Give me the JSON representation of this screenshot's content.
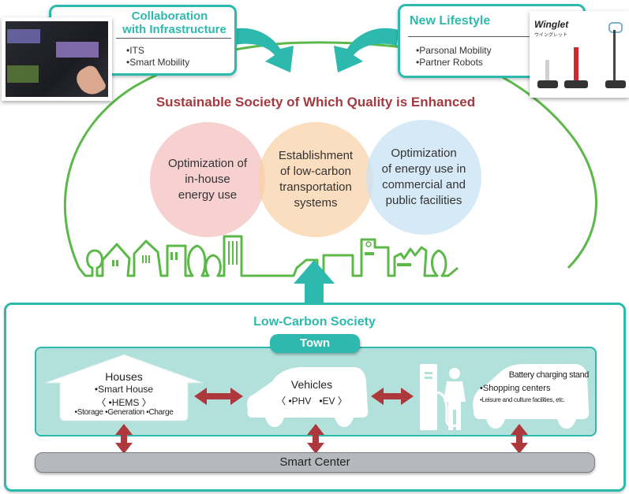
{
  "colors": {
    "teal": "#2db9ad",
    "green_line": "#5cb848",
    "dark_red": "#a33a3f",
    "arrow_red": "#b0393d",
    "town_bg": "#b2e1dc",
    "smart_center_bg": "#b5b8bc",
    "circle_pink": "#f6cfcf",
    "circle_orange": "#f9dcc0",
    "circle_blue": "#d5e8f5"
  },
  "top_left_box": {
    "title_line1": "Collaboration",
    "title_line2": "with Infrastructure",
    "bullets": [
      "•ITS",
      "•Smart Mobility"
    ],
    "photo": "car-touchscreen-photo"
  },
  "top_right_box": {
    "title": "New Lifestyle",
    "bullets": [
      "•Parsonal Mobility",
      "•Partner Robots"
    ],
    "photo": {
      "brand": "Winglet",
      "subtitle": "ウイングレット"
    }
  },
  "sustainable": {
    "heading": "Sustainable Society of Which Quality is Enhanced",
    "circles": [
      {
        "lines": [
          "Optimization of",
          "in-house",
          "energy use"
        ]
      },
      {
        "lines": [
          "Establishment",
          "of low-carbon",
          "transportation",
          "systems"
        ]
      },
      {
        "lines": [
          "Optimization",
          "of energy use in",
          "commercial and",
          "public facilities"
        ]
      }
    ]
  },
  "low_carbon": {
    "title": "Low-Carbon Society",
    "town_label": "Town",
    "houses": {
      "title": "Houses",
      "line1": "•Smart House",
      "line2": "〈 •HEMS 〉",
      "line3": "•Storage •Generation •Charge"
    },
    "vehicles": {
      "title": "Vehicles",
      "line1": "〈 •PHV   •EV 〉"
    },
    "charging": {
      "title": "Battery charging stand",
      "line1": "•Shopping centers",
      "line2": "•Leisure and culture facilities, etc."
    },
    "smart_center": "Smart Center"
  }
}
